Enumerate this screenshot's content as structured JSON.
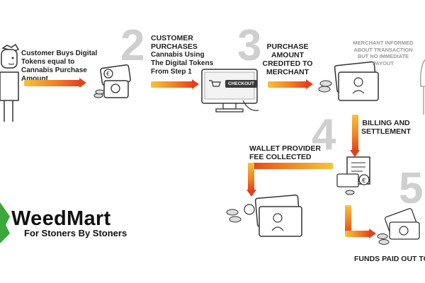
{
  "steps": {
    "step1_text": "Customer Buys Digital Tokens equal to Cannabis Purchase Amount",
    "step2_number": "2",
    "step2_title": "CUSTOMER PURCHASES",
    "step2_text": "Cannabis Using The Digital Tokens From Step 1",
    "checkout_label": "CHECKOUT",
    "step3_number": "3",
    "step3_text": "PURCHASE AMOUNT CREDITED TO MERCHANT",
    "merchant_note": "MERCHANT INFORMED ABOUT TRANSACTION BUT NO IMMEDIATE PAYOUT",
    "step4_number": "4",
    "step4_text": "BILLING AND SETTLEMENT",
    "wallet_fee_text": "WALLET PROVIDER FEE COLLECTED",
    "step5_number": "5",
    "funds_text": "FUNDS PAID OUT TO"
  },
  "logo": {
    "name": "WeedMart",
    "tagline": "For Stoners By Stoners"
  },
  "colors": {
    "arrow_start": "#f4c33e",
    "arrow_mid": "#f07b22",
    "arrow_end": "#e3411c",
    "step_number": "#cfcfcf",
    "logo_green": "#3aa83a"
  }
}
